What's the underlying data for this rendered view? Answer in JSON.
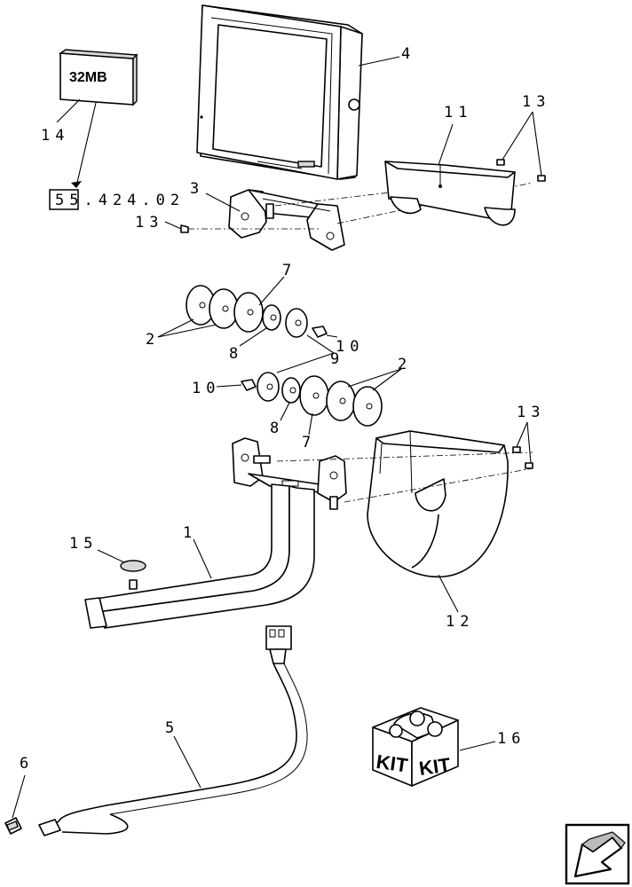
{
  "callouts": {
    "c1": "1",
    "c2a": "2",
    "c2b": "2",
    "c3": "3",
    "c4": "4",
    "c5": "5",
    "c6": "6",
    "c7a": "7",
    "c7b": "7",
    "c8a": "8",
    "c8b": "8",
    "c9": "9",
    "c10a": "10",
    "c10b": "10",
    "c11": "11",
    "c12": "12",
    "c13a": "13",
    "c13b": "13",
    "c13c": "13",
    "c14": "14",
    "c15": "15",
    "c16": "16"
  },
  "memory_card_label": "32MB",
  "reference_code": "55.424.02",
  "kit_text": "KIT",
  "icons": [
    "display-monitor-icon",
    "memory-card-icon",
    "kit-box-icon",
    "navigation-arrow-icon"
  ]
}
